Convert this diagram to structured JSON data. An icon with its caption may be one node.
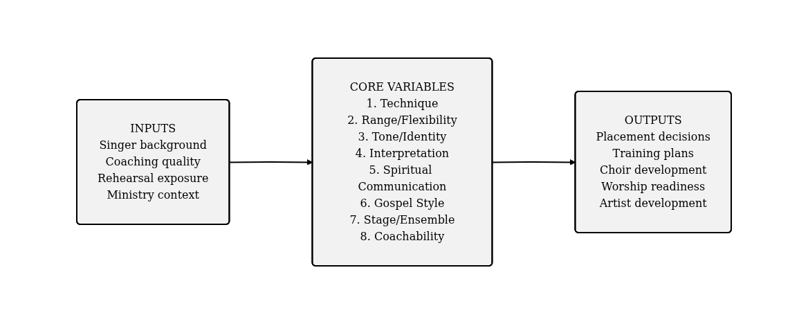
{
  "diagram": {
    "nodes": [
      {
        "text": [
          "INPUTS",
          "Singer background",
          "Coaching quality",
          "Rehearsal exposure",
          "Ministry context"
        ]
      },
      {
        "text": [
          "CORE VARIABLES",
          "1. Technique",
          "2. Range/Flexibility",
          "3. Tone/Identity",
          "4. Interpretation",
          "5. Spiritual Communication",
          "6. Gospel Style",
          "7. Stage/Ensemble",
          "8. Coachability"
        ]
      },
      {
        "text": [
          "OUTPUTS",
          "Placement decisions",
          "Training plans",
          "Choir development",
          "Worship readiness",
          "Artist development"
        ]
      }
    ],
    "edges": [
      {
        "from": 0,
        "to": 1,
        "arrow": "to"
      },
      {
        "from": 1,
        "to": 2,
        "arrow": "to"
      }
    ]
  }
}
